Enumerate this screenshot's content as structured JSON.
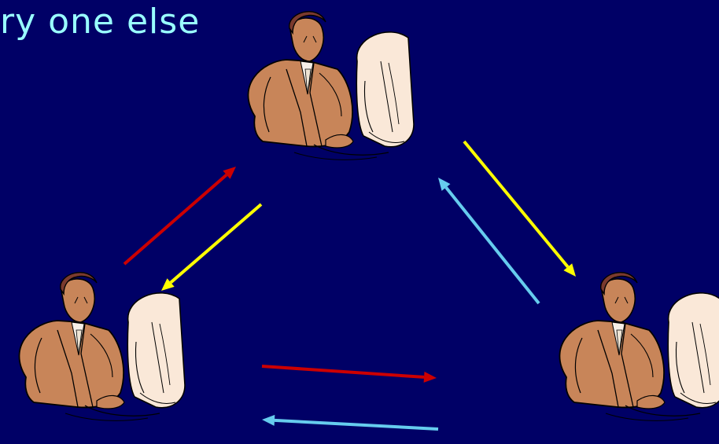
{
  "slide": {
    "title": "ry one else",
    "title_color": "#99FFFF",
    "background": "#000066"
  },
  "diagram": {
    "nodes": [
      {
        "id": "top",
        "icon": "person-at-computer-icon"
      },
      {
        "id": "bottom-left",
        "icon": "person-at-computer-icon"
      },
      {
        "id": "bottom-right",
        "icon": "person-at-computer-icon"
      }
    ],
    "edges": [
      {
        "from": "bottom-left",
        "to": "top",
        "color": "#CC0000"
      },
      {
        "from": "top",
        "to": "bottom-left",
        "color": "#FFFF00"
      },
      {
        "from": "top",
        "to": "bottom-right",
        "color": "#FFFF00"
      },
      {
        "from": "bottom-right",
        "to": "top",
        "color": "#66CCEE"
      },
      {
        "from": "bottom-left",
        "to": "bottom-right",
        "color": "#CC0000"
      },
      {
        "from": "bottom-right",
        "to": "bottom-left",
        "color": "#66CCEE"
      }
    ]
  }
}
